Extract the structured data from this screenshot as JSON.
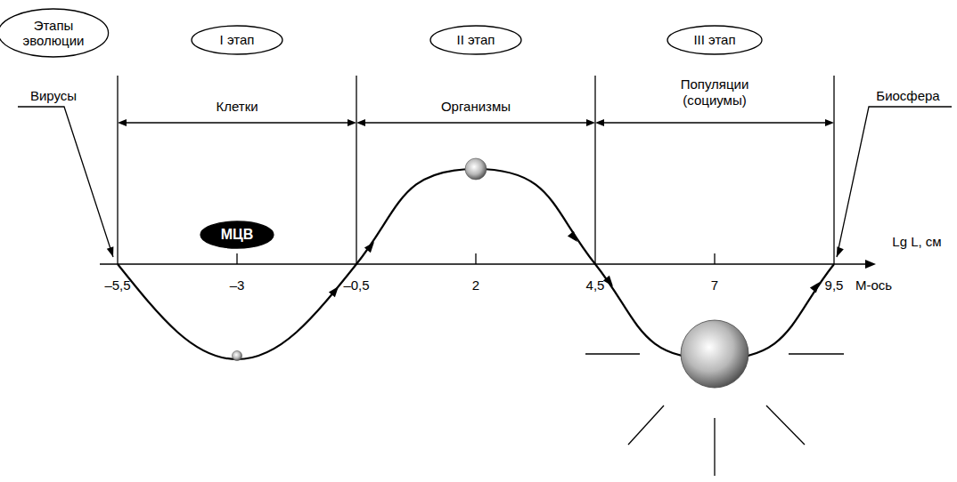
{
  "diagram": {
    "nodes": [
      {
        "text": [
          "Этапы эволюции"
        ]
      },
      {
        "text": [
          "I этап"
        ]
      },
      {
        "text": [
          "II этап"
        ]
      },
      {
        "text": [
          "III этап"
        ]
      },
      {
        "text": [
          "МЦВ"
        ]
      }
    ],
    "labels": [
      "Клетки",
      "Организмы",
      "Популяции (социумы)",
      "Вирусы",
      "Биосфера",
      "Lg L, см",
      "–5,5",
      "–3",
      "–0,5",
      "2",
      "4,5",
      "7",
      "9,5",
      "М-ось"
    ]
  }
}
